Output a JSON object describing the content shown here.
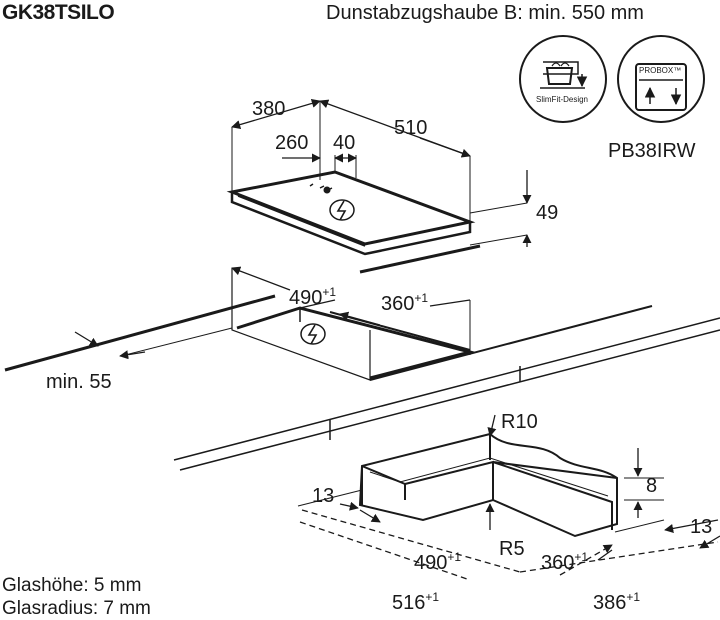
{
  "header": {
    "model": "GK38TSILO",
    "hood_requirement": "Dunstabzugshaube B: min. 550 mm"
  },
  "badges": {
    "slimfit_label": "SlimFit-Design",
    "probox_label": "PROBOX™",
    "probox_model": "PB38IRW"
  },
  "dimensions": {
    "hob_depth": "380",
    "hob_width": "510",
    "hob_inner_depth": "260",
    "hob_inner_offset": "40",
    "hob_height": "49",
    "cutout_depth_main": "490",
    "cutout_depth_main_tol": "+1",
    "cutout_depth_side": "360",
    "cutout_depth_side_tol": "+1",
    "min_edge_distance": "min. 55",
    "radius_outer": "R10",
    "radius_inner": "R5",
    "rebate_left": "13",
    "rebate_right": "13",
    "rebate_depth": "8",
    "rebate_cut_main": "490",
    "rebate_cut_main_tol": "+1",
    "rebate_cut_side": "360",
    "rebate_cut_side_tol": "+1",
    "overall_main": "516",
    "overall_main_tol": "+1",
    "overall_side": "386",
    "overall_side_tol": "+1"
  },
  "notes": {
    "glass_height": "Glashöhe: 5 mm",
    "glass_radius": "Glasradius: 7 mm"
  }
}
